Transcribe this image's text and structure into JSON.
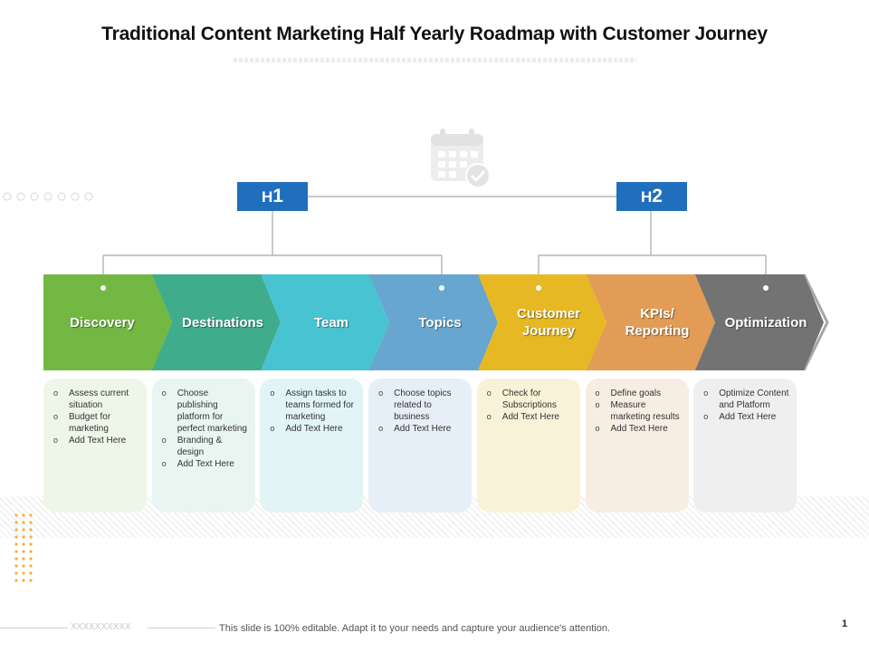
{
  "title": "Traditional Content Marketing Half Yearly Roadmap with Customer Journey",
  "halves": [
    {
      "letter": "H",
      "number": "1"
    },
    {
      "letter": "H",
      "number": "2"
    }
  ],
  "stages": [
    {
      "label": "Discovery",
      "color": "#72b843",
      "card_color": "#eef6e8",
      "items": [
        "Assess current situation",
        "Budget for marketing",
        "Add Text Here"
      ]
    },
    {
      "label": "Destinations",
      "color": "#3fac8c",
      "card_color": "#e9f5f1",
      "items": [
        "Choose publishing platform for perfect marketing",
        "Branding & design",
        "Add Text Here"
      ]
    },
    {
      "label": "Team",
      "color": "#48c3d1",
      "card_color": "#e2f4f6",
      "items": [
        "Assign tasks to teams formed for marketing",
        "Add Text Here"
      ]
    },
    {
      "label": "Topics",
      "color": "#66a6cf",
      "card_color": "#e6eff7",
      "items": [
        "Choose topics related to business",
        "Add Text Here"
      ]
    },
    {
      "label": "Customer Journey",
      "color": "#e6b824",
      "card_color": "#faf2d8",
      "items": [
        "Check for Subscriptions",
        "Add Text Here"
      ]
    },
    {
      "label": "KPIs/ Reporting",
      "color": "#e29c55",
      "card_color": "#f8ede3",
      "items": [
        "Define goals",
        "Measure marketing results",
        "Add Text Here"
      ]
    },
    {
      "label": "Optimization",
      "color": "#737373",
      "card_color": "#efefef",
      "items": [
        "Optimize Content and Platform",
        "Add Text Here"
      ]
    }
  ],
  "bullet_glyph": "o",
  "footer": {
    "placeholder": "XXXXXXXXXX",
    "note": "This slide is 100% editable. Adapt it to your needs and capture your audience's attention.",
    "page_number": "1"
  },
  "icons": [
    "calendar-check-icon",
    "decorative-dots",
    "decorative-dot-grid"
  ]
}
